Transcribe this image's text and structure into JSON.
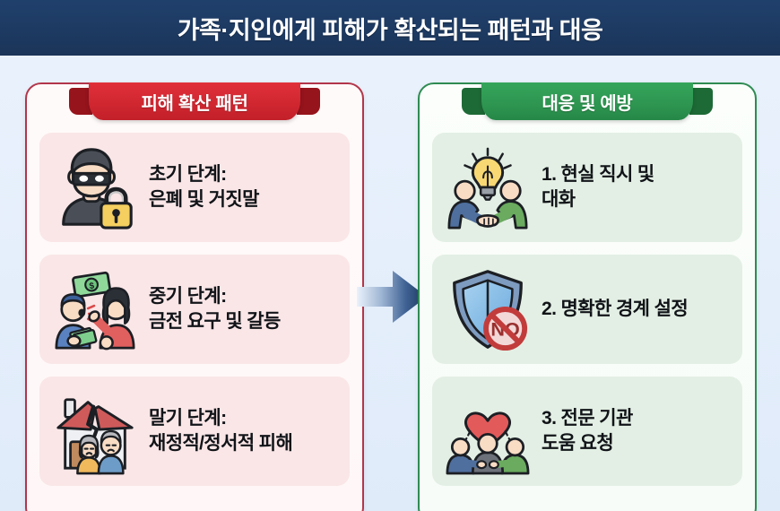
{
  "header": {
    "title": "가족·지인에게 피해가 확산되는 패턴과 대응",
    "background_color": "#1d3a62",
    "text_color": "#ffffff"
  },
  "canvas": {
    "background_color": "#e8f1fb"
  },
  "arrow": {
    "name": "flow-arrow",
    "direction": "right",
    "gradient_from": "#e9f1fb",
    "gradient_to": "#1d3a62"
  },
  "left_panel": {
    "ribbon_label": "피해 확산 패턴",
    "ribbon_color": "#cf2630",
    "border_color": "#b2364a",
    "card_background": "#fae6e7",
    "cards": [
      {
        "icon": "thief-lock-icon",
        "line1": "초기 단계:",
        "line2": "은폐 및 거짓말"
      },
      {
        "icon": "money-conflict-icon",
        "line1": "중기 단계:",
        "line2": "금전 요구 및 갈등"
      },
      {
        "icon": "broken-house-family-icon",
        "line1": "말기 단계:",
        "line2": "재정적/정서적 피해"
      }
    ]
  },
  "right_panel": {
    "ribbon_label": "대응 및 예방",
    "ribbon_color": "#2d9550",
    "border_color": "#2f8b52",
    "card_background": "#e3efe4",
    "cards": [
      {
        "icon": "handshake-lightbulb-icon",
        "line1": "1. 현실 직시 및",
        "line2": "대화"
      },
      {
        "icon": "shield-no-sign-icon",
        "line1": "2. 명확한 경계 설정",
        "line2": ""
      },
      {
        "icon": "group-support-heart-icon",
        "line1": "3. 전문 기관",
        "line2": "도움 요청"
      }
    ]
  }
}
